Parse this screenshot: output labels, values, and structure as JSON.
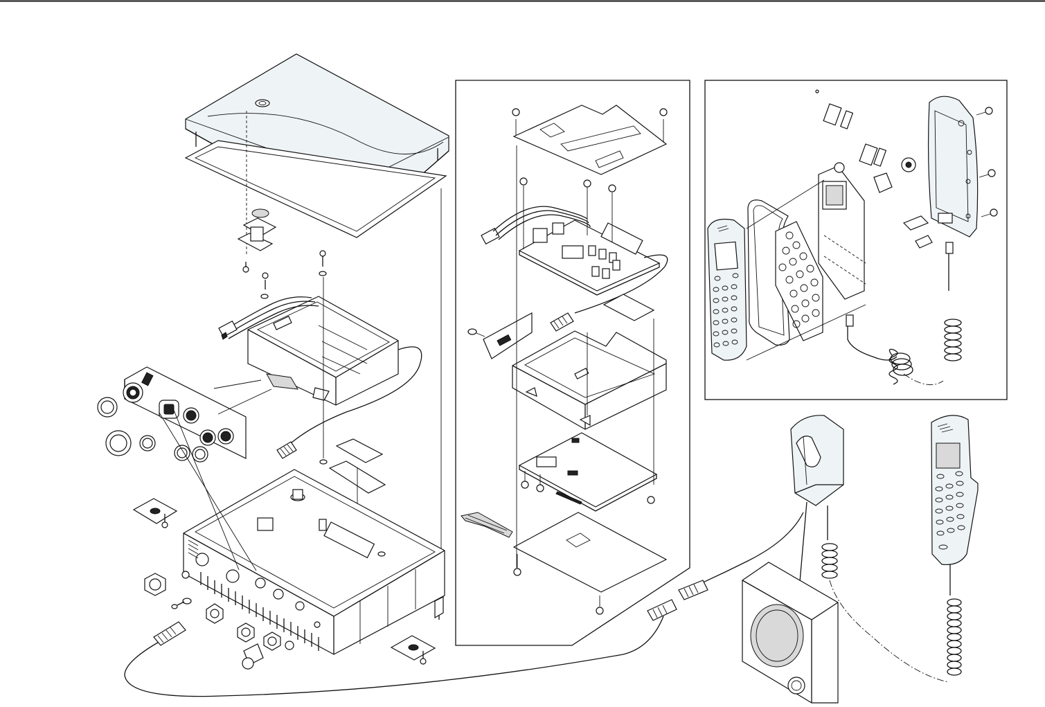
{
  "diagram": {
    "type": "exploded-assembly-view",
    "panels": [
      "control-unit-exploded",
      "pcb-stack-detail",
      "handset-exploded",
      "accessories"
    ],
    "text_labels": []
  },
  "colors": {
    "line": "#111111",
    "background": "#ffffff",
    "cover_tint": "#eef3f6"
  }
}
